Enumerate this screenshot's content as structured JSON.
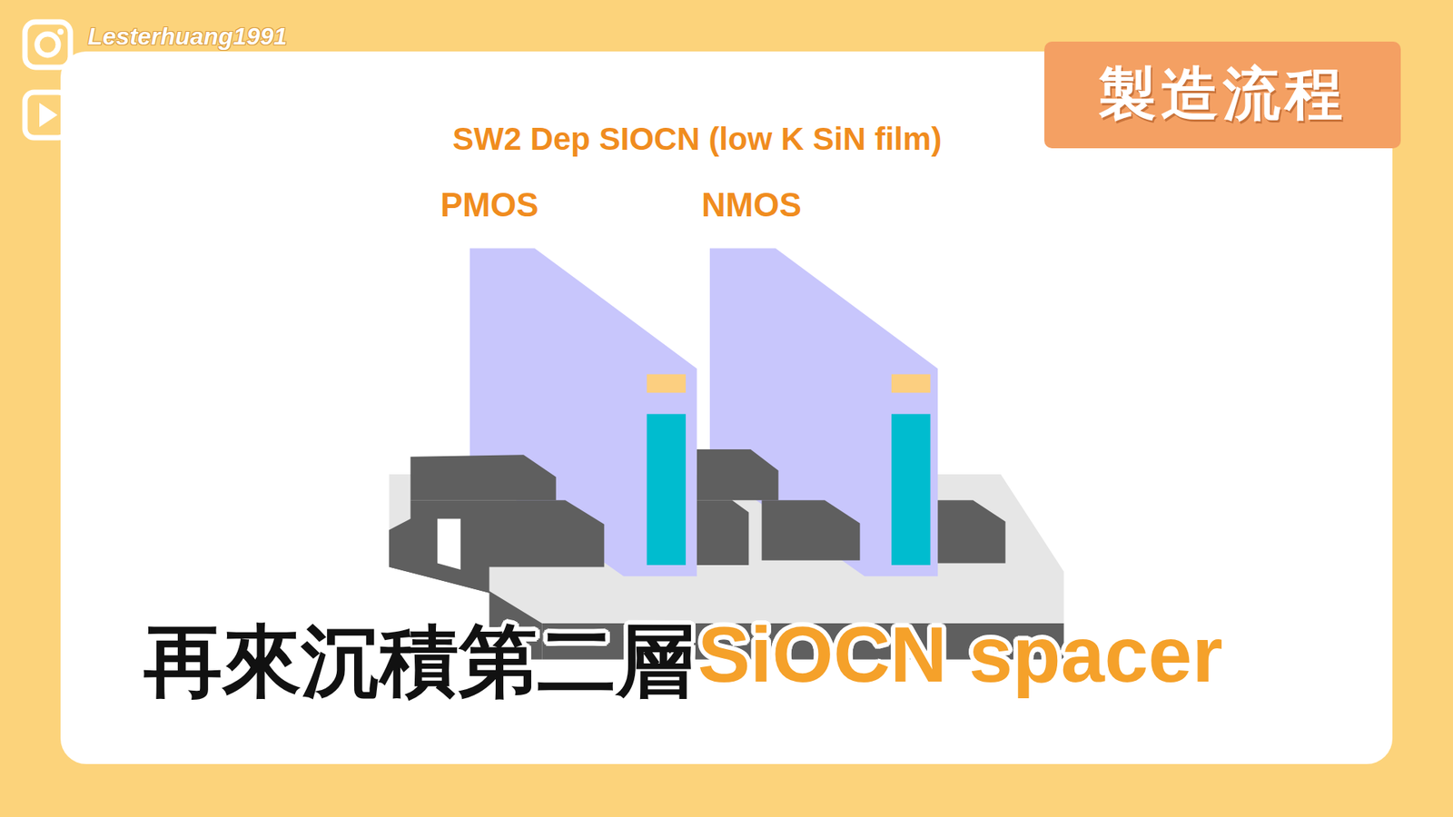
{
  "diagram": {
    "title": "SW2 Dep SIOCN (low K SiN film)",
    "nodes": [
      {
        "text": [
          "製造流程"
        ]
      }
    ],
    "labels": [
      "Lesterhuang1991",
      "PMOS",
      "NMOS",
      "再來沉積第二層",
      "SiOCN spacer"
    ]
  }
}
